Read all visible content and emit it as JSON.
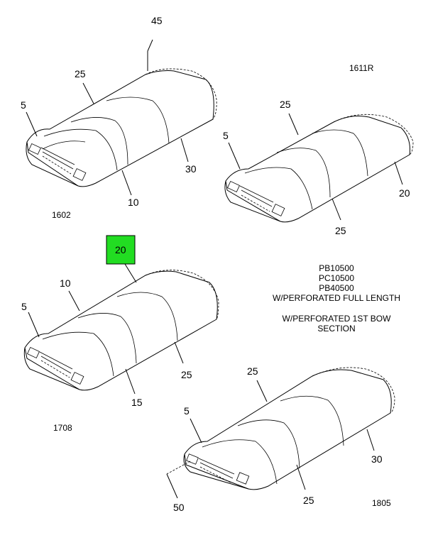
{
  "assemblies": [
    {
      "figure_id": "1602",
      "callouts": [
        "45",
        "25",
        "5",
        "30",
        "10"
      ]
    },
    {
      "figure_id": "1611R",
      "callouts": [
        "25",
        "5",
        "20",
        "25"
      ]
    },
    {
      "figure_id": "1708",
      "callouts": [
        "20",
        "10",
        "5",
        "25",
        "15"
      ],
      "highlighted_callout": "20",
      "highlight_color": "#22dd22"
    },
    {
      "figure_id": "1805",
      "callouts": [
        "25",
        "5",
        "30",
        "50",
        "25"
      ]
    }
  ],
  "notes": {
    "line1": "PB10500",
    "line2": "PC10500",
    "line3": "PB40500",
    "line4": "W/PERFORATED FULL LENGTH",
    "line5": "W/PERFORATED 1ST BOW",
    "line6": "SECTION"
  }
}
